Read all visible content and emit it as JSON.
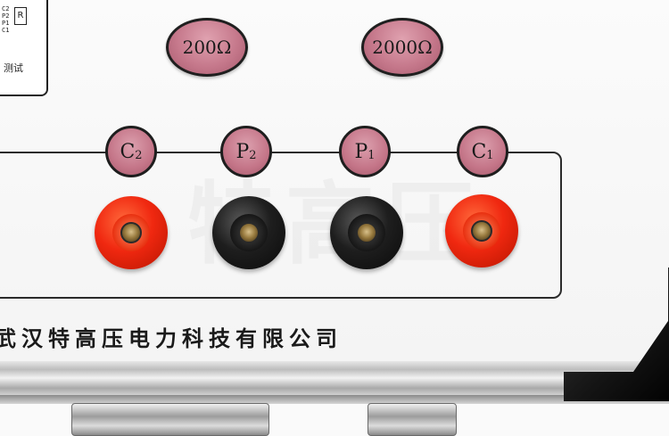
{
  "diagram": {
    "terminals": [
      "C2",
      "P2",
      "P1",
      "C1"
    ],
    "resistor_label": "R",
    "test_label": "测试"
  },
  "range_buttons": {
    "low": "200Ω",
    "high": "2000Ω"
  },
  "terminals": {
    "c2": {
      "letter": "C",
      "sub": "2",
      "color": "red"
    },
    "p2": {
      "letter": "P",
      "sub": "2",
      "color": "black"
    },
    "p1": {
      "letter": "P",
      "sub": "1",
      "color": "black"
    },
    "c1": {
      "letter": "C",
      "sub": "1",
      "color": "red"
    }
  },
  "company_name": "武汉特高压电力科技有限公司",
  "watermark": "特高压"
}
